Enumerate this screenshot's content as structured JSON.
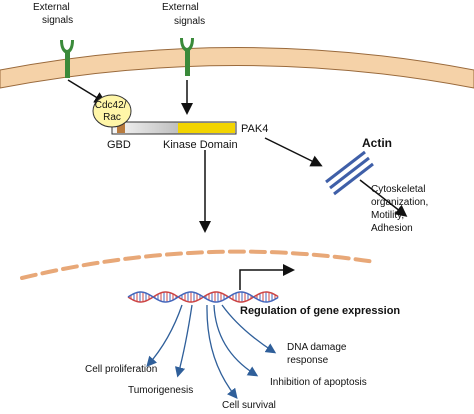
{
  "labels": {
    "external_signals_1": [
      "External",
      "signals"
    ],
    "external_signals_2": [
      "External",
      "signals"
    ],
    "cdc42_rac": [
      "Cdc42/",
      "Rac"
    ],
    "gbd": "GBD",
    "kinase_domain": "Kinase Domain",
    "pak4": "PAK4",
    "actin": "Actin",
    "cytoskeletal": [
      "Cytoskeletal",
      "organization,",
      "Motility,",
      "Adhesion"
    ],
    "regulation": "Regulation of gene expression",
    "cell_proliferation": "Cell proliferation",
    "tumorigenesis": "Tumorigenesis",
    "cell_survival": "Cell survival",
    "dna_damage": [
      "DNA damage",
      "response"
    ],
    "apoptosis": "Inhibition of apoptosis"
  },
  "colors": {
    "membrane": "#f5d2a8",
    "membrane_border": "#9a6a3c",
    "receptor": "#3a8a3a",
    "cdc42_fill": "#fff6a8",
    "kinase_fill": "#f2d400",
    "gbd_fill": "#b87b3e",
    "actin": "#3f5fa8",
    "nuclear_envelope": "#e8a878",
    "outcome_arrow": "#2f5f9a",
    "dna_red": "#cc4444",
    "dna_blue": "#4466bb"
  }
}
